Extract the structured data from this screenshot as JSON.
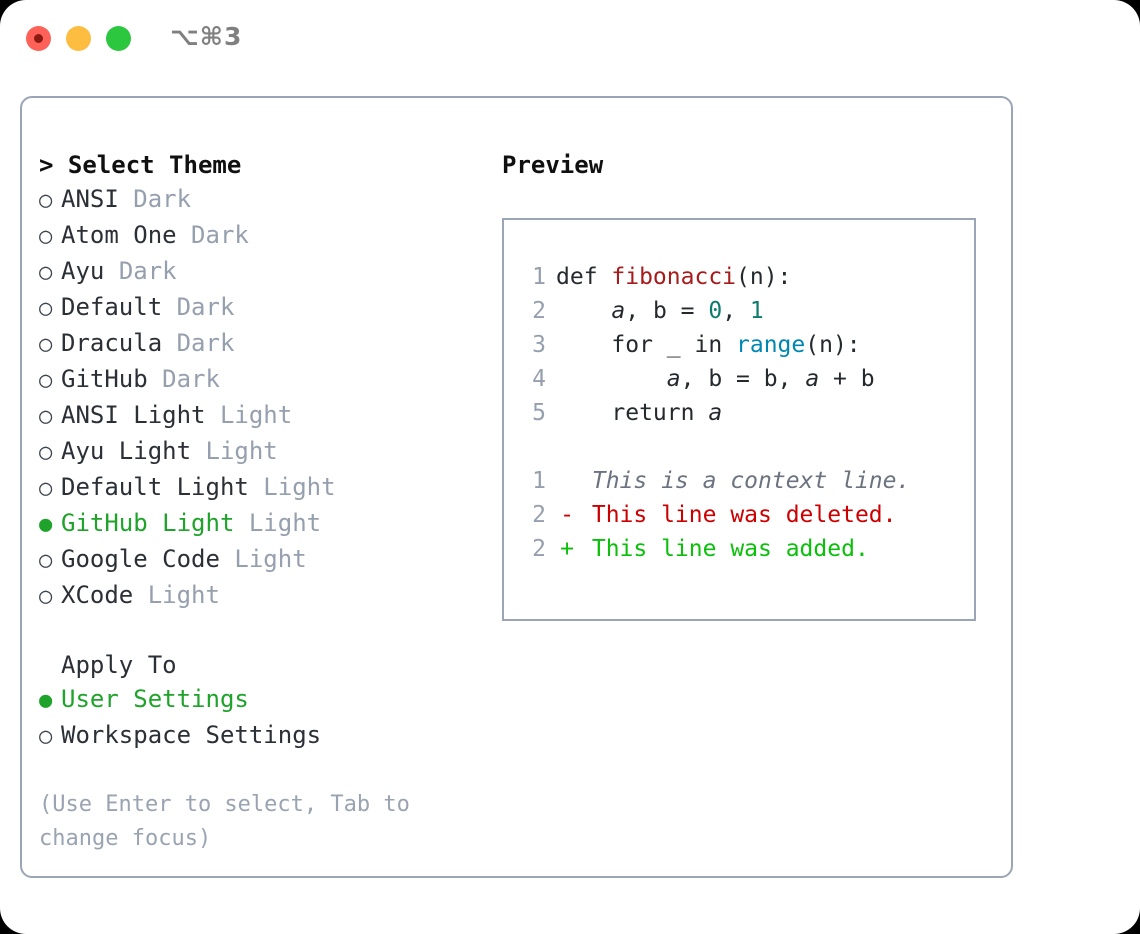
{
  "titlebar": {
    "shortcut": "⌥⌘3",
    "buttons": [
      {
        "name": "close",
        "color": "#fd6158"
      },
      {
        "name": "minimize",
        "color": "#fdbd41"
      },
      {
        "name": "maximize",
        "color": "#2cc63f"
      }
    ]
  },
  "theme_list": {
    "header": "> Select Theme",
    "selected_bullet": "●",
    "unselected_bullet": "○",
    "items": [
      {
        "bullet": "○",
        "name": "ANSI",
        "kind": "Dark",
        "selected": false
      },
      {
        "bullet": "○",
        "name": "Atom One",
        "kind": "Dark",
        "selected": false
      },
      {
        "bullet": "○",
        "name": "Ayu",
        "kind": "Dark",
        "selected": false
      },
      {
        "bullet": "○",
        "name": "Default",
        "kind": "Dark",
        "selected": false
      },
      {
        "bullet": "○",
        "name": "Dracula",
        "kind": "Dark",
        "selected": false
      },
      {
        "bullet": "○",
        "name": "GitHub",
        "kind": "Dark",
        "selected": false
      },
      {
        "bullet": "○",
        "name": "ANSI Light",
        "kind": "Light",
        "selected": false
      },
      {
        "bullet": "○",
        "name": "Ayu Light",
        "kind": "Light",
        "selected": false
      },
      {
        "bullet": "○",
        "name": "Default Light",
        "kind": "Light",
        "selected": false
      },
      {
        "bullet": "●",
        "name": "GitHub Light",
        "kind": "Light",
        "selected": true
      },
      {
        "bullet": "○",
        "name": "Google Code",
        "kind": "Light",
        "selected": false
      },
      {
        "bullet": "○",
        "name": "XCode",
        "kind": "Light",
        "selected": false
      }
    ]
  },
  "apply_to": {
    "header": "Apply To",
    "items": [
      {
        "bullet": "●",
        "label": "User Settings",
        "selected": true
      },
      {
        "bullet": "○",
        "label": "Workspace Settings",
        "selected": false
      }
    ]
  },
  "hint": "(Use Enter to select, Tab to change focus)",
  "preview": {
    "title": "Preview",
    "code_lines": [
      {
        "no": "1",
        "tokens": [
          {
            "t": "def ",
            "c": "kw"
          },
          {
            "t": "fibonacci",
            "c": "fn"
          },
          {
            "t": "(n):",
            "c": "punct"
          }
        ]
      },
      {
        "no": "2",
        "tokens": [
          {
            "t": "    ",
            "c": "plain"
          },
          {
            "t": "a",
            "c": "var"
          },
          {
            "t": ", ",
            "c": "punct"
          },
          {
            "t": "b",
            "c": "plain"
          },
          {
            "t": " = ",
            "c": "punct"
          },
          {
            "t": "0",
            "c": "num"
          },
          {
            "t": ", ",
            "c": "punct"
          },
          {
            "t": "1",
            "c": "num"
          }
        ]
      },
      {
        "no": "3",
        "tokens": [
          {
            "t": "    for _ in ",
            "c": "kw"
          },
          {
            "t": "range",
            "c": "builtin"
          },
          {
            "t": "(n):",
            "c": "punct"
          }
        ]
      },
      {
        "no": "4",
        "tokens": [
          {
            "t": "        ",
            "c": "plain"
          },
          {
            "t": "a",
            "c": "var"
          },
          {
            "t": ", ",
            "c": "punct"
          },
          {
            "t": "b",
            "c": "plain"
          },
          {
            "t": " = ",
            "c": "punct"
          },
          {
            "t": "b",
            "c": "plain"
          },
          {
            "t": ", ",
            "c": "punct"
          },
          {
            "t": "a",
            "c": "var"
          },
          {
            "t": " + ",
            "c": "punct"
          },
          {
            "t": "b",
            "c": "plain"
          }
        ]
      },
      {
        "no": "5",
        "tokens": [
          {
            "t": "    return ",
            "c": "kw"
          },
          {
            "t": "a",
            "c": "var"
          }
        ]
      }
    ],
    "diff_lines": [
      {
        "no": "1",
        "marker": " ",
        "text": " This is a context line.",
        "kind": "context"
      },
      {
        "no": "2",
        "marker": "-",
        "text": " This line was deleted.",
        "kind": "del"
      },
      {
        "no": "2",
        "marker": "+",
        "text": " This line was added.",
        "kind": "add"
      }
    ]
  },
  "colors": {
    "accent_green": "#1fa32b",
    "muted_gray": "#959fae",
    "border": "#9aa5b5",
    "diff_added": "#0ac00a",
    "diff_deleted": "#cc0000",
    "fn_red": "#a61b1b",
    "builtin_blue": "#0086b3",
    "number_teal": "#0e7c6b"
  }
}
